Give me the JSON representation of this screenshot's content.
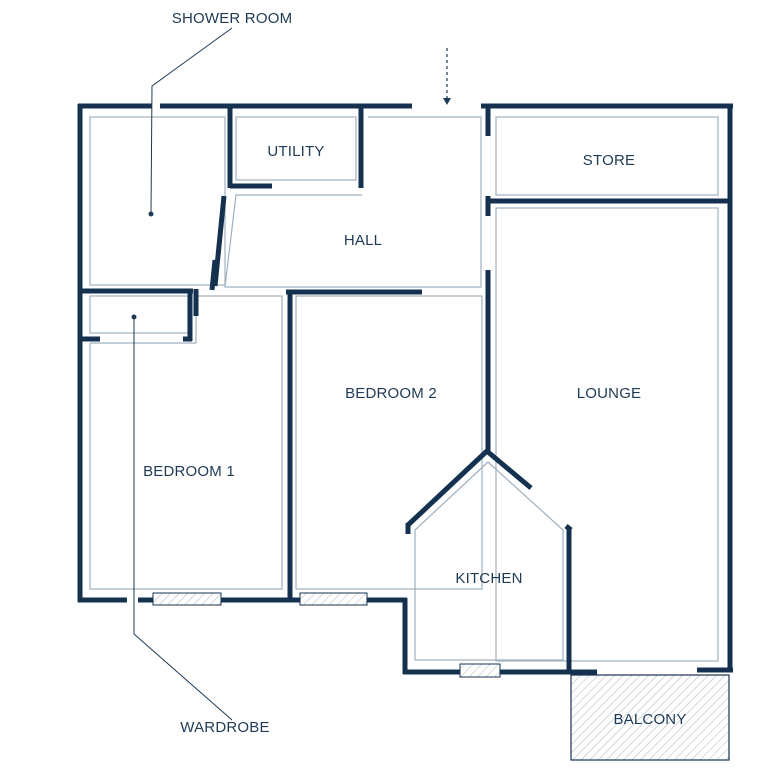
{
  "colors": {
    "wall": "#14324f",
    "text": "#1f3a55",
    "inner_line": "#9fb0bf",
    "background": "#ffffff"
  },
  "rooms": {
    "shower_room": "SHOWER ROOM",
    "utility": "UTILITY",
    "hall": "HALL",
    "store": "STORE",
    "bedroom_2": "BEDROOM 2",
    "lounge": "LOUNGE",
    "bedroom_1": "BEDROOM 1",
    "kitchen": "KITCHEN",
    "wardrobe": "WARDROBE",
    "balcony": "BALCONY"
  },
  "icons": {
    "entrance": "entrance-arrow-icon"
  }
}
